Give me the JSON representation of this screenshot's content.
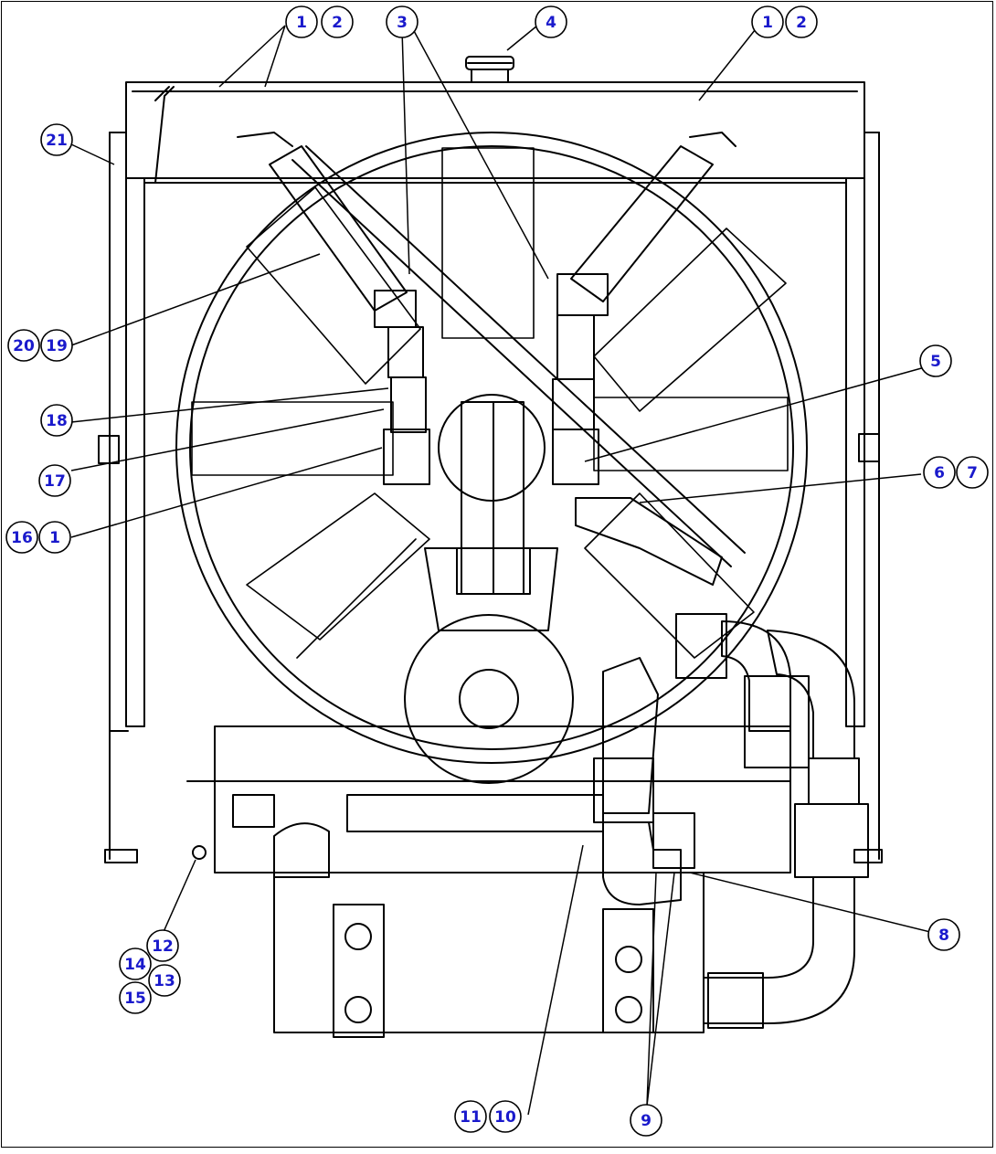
{
  "diagram": {
    "line_color": "#000000",
    "callout_text_color": "#1a1acc",
    "callout_circle_color": "#000000",
    "callouts": [
      {
        "id": "c1",
        "label": "1"
      },
      {
        "id": "c2",
        "label": "2"
      },
      {
        "id": "c3",
        "label": "3"
      },
      {
        "id": "c4",
        "label": "4"
      },
      {
        "id": "c1b",
        "label": "1"
      },
      {
        "id": "c2b",
        "label": "2"
      },
      {
        "id": "c21",
        "label": "21"
      },
      {
        "id": "c20",
        "label": "20"
      },
      {
        "id": "c19",
        "label": "19"
      },
      {
        "id": "c5",
        "label": "5"
      },
      {
        "id": "c18",
        "label": "18"
      },
      {
        "id": "c6",
        "label": "6"
      },
      {
        "id": "c7",
        "label": "7"
      },
      {
        "id": "c17",
        "label": "17"
      },
      {
        "id": "c16",
        "label": "16"
      },
      {
        "id": "c1c",
        "label": "1"
      },
      {
        "id": "c8",
        "label": "8"
      },
      {
        "id": "c12",
        "label": "12"
      },
      {
        "id": "c14",
        "label": "14"
      },
      {
        "id": "c13",
        "label": "13"
      },
      {
        "id": "c15",
        "label": "15"
      },
      {
        "id": "c11",
        "label": "11"
      },
      {
        "id": "c10",
        "label": "10"
      },
      {
        "id": "c9",
        "label": "9"
      }
    ]
  }
}
